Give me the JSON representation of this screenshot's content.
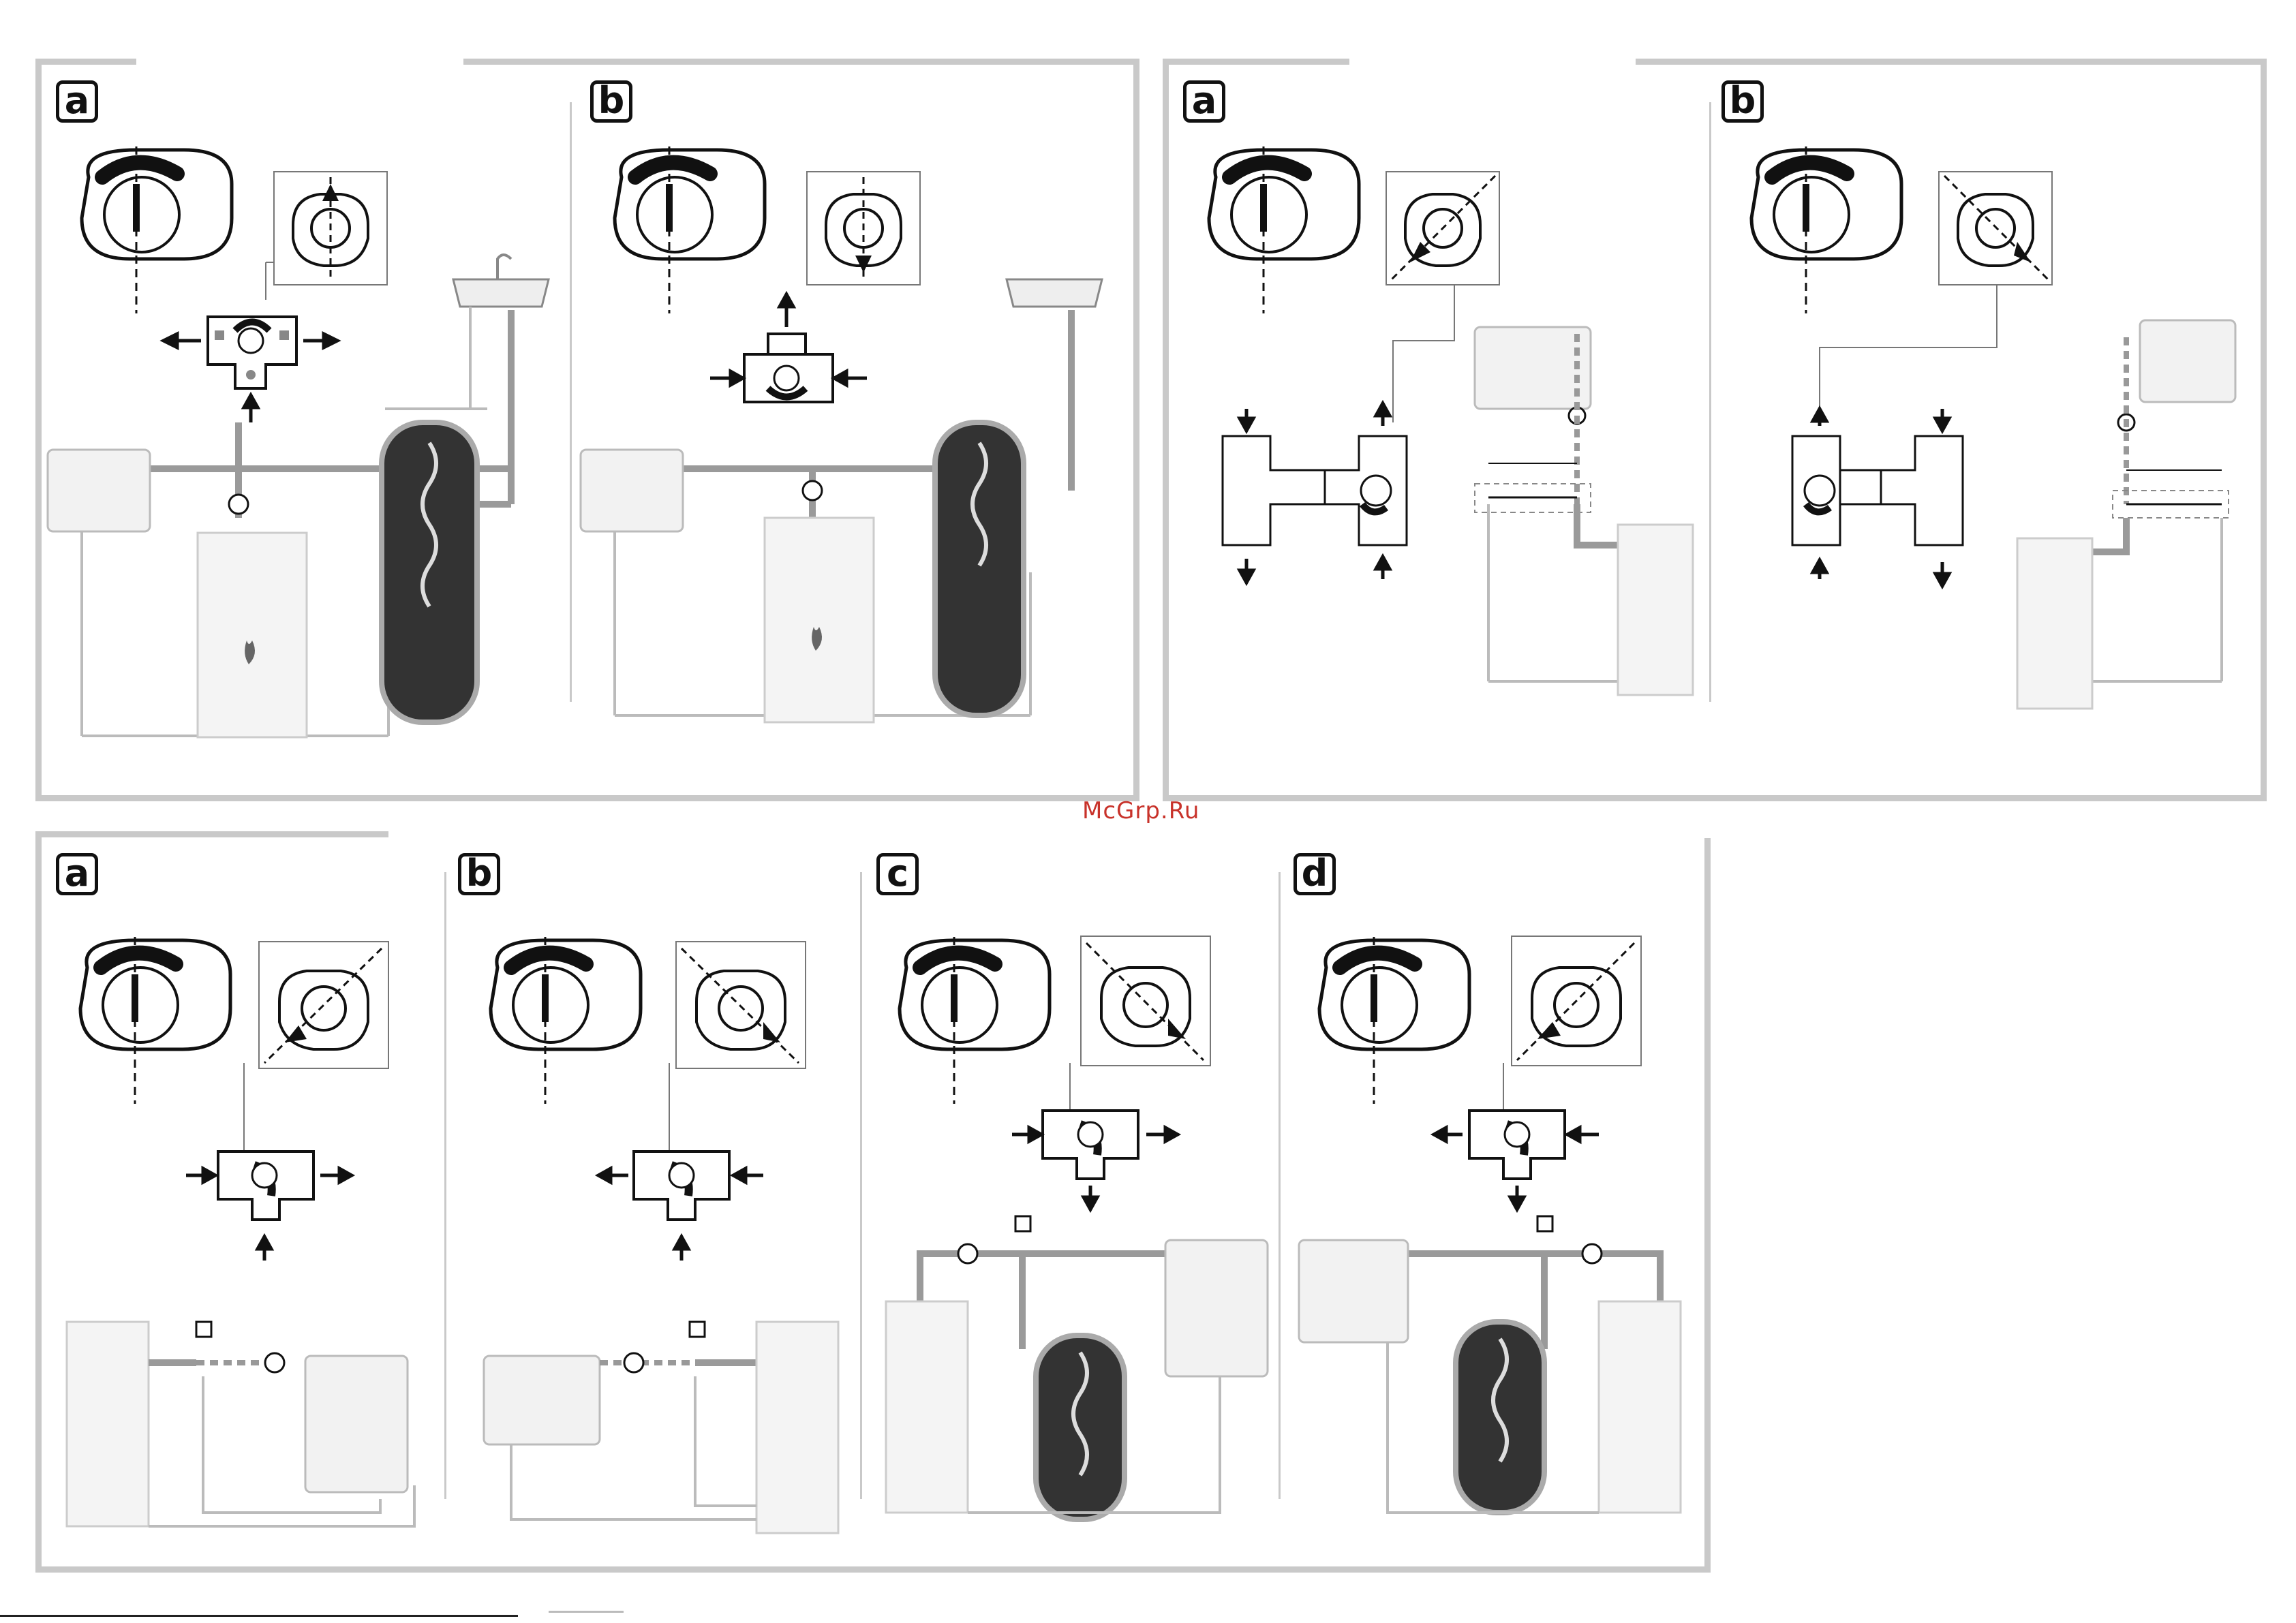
{
  "watermark": "McGrp.Ru",
  "panels": [
    {
      "id": "p1",
      "labels": [
        "a",
        "b"
      ]
    },
    {
      "id": "p2",
      "labels": [
        "a",
        "b"
      ]
    },
    {
      "id": "p3",
      "labels": [
        "a",
        "b",
        "c",
        "d"
      ]
    }
  ],
  "colors": {
    "frame": "#c9c9c9",
    "pipe": "#9a9a9a",
    "ink": "#111111",
    "watermark": "#c8322a"
  },
  "icons": [
    "actuator-knob-icon",
    "valve-position-indicator-icon",
    "three-way-valve-icon",
    "radiator-icon",
    "boiler-icon",
    "hot-water-cylinder-icon",
    "wash-basin-icon",
    "pump-icon",
    "flow-arrow-icon",
    "flame-icon"
  ]
}
